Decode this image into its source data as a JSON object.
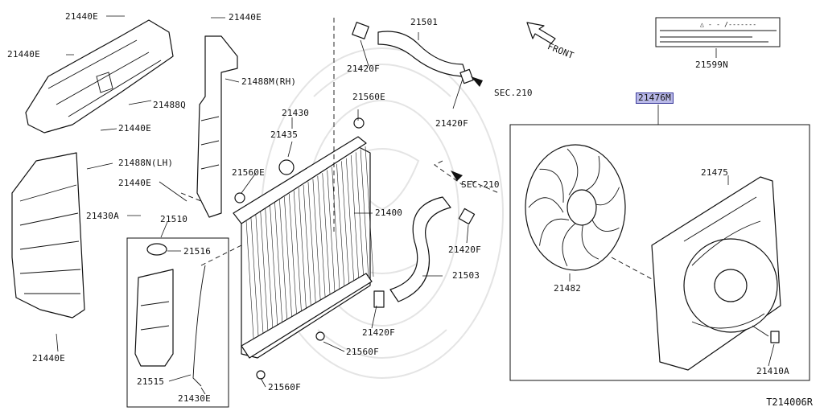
{
  "diagram": {
    "caption": "T214006R",
    "front_label": "FRONT",
    "labels": {
      "l21440e_a": "21440E",
      "l21440e_b": "21440E",
      "l21440e_c": "21440E",
      "l21440e_d": "21440E",
      "l21440e_e": "21440E",
      "l21440e_f": "21440E",
      "l21488q": "21488Q",
      "l21488m": "21488M(RH)",
      "l21488n": "21488N(LH)",
      "l21430a": "21430A",
      "l21510": "21510",
      "l21516": "21516",
      "l21515": "21515",
      "l21430e": "21430E",
      "l21501": "21501",
      "l21420f_a": "21420F",
      "l21420f_b": "21420F",
      "l21420f_c": "21420F",
      "l21420f_d": "21420F",
      "l21560e_a": "21560E",
      "l21560e_b": "21560E",
      "l21430": "21430",
      "l21435": "21435",
      "l21400": "21400",
      "l21560f_a": "21560F",
      "l21560f_b": "21560F",
      "l21503": "21503",
      "sec210_a": "SEC.210",
      "sec210_b": "SEC.210",
      "l21599n": "21599N",
      "l21476m": "21476M",
      "l21475": "21475",
      "l21482": "21482",
      "l21410a": "21410A"
    },
    "label_card_text": "△ - - /-------"
  }
}
